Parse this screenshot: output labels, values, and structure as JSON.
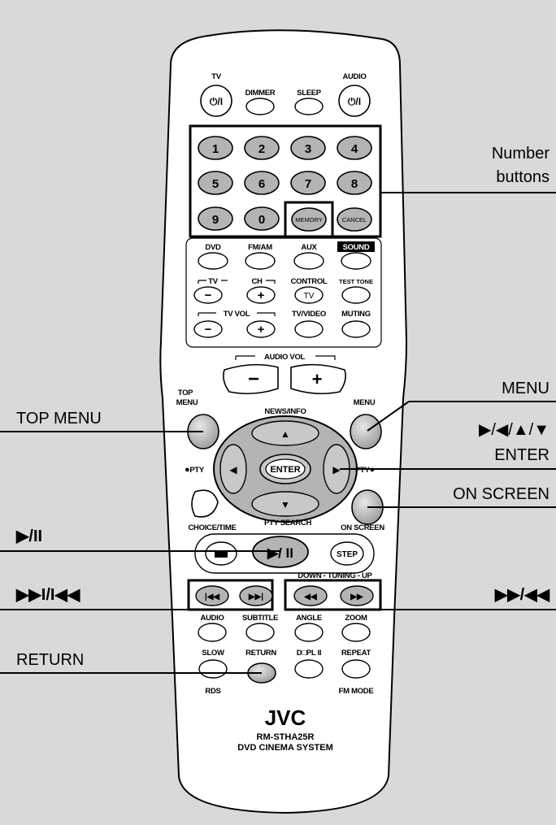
{
  "remote": {
    "top_labels": {
      "tv": "TV",
      "dimmer": "DIMMER",
      "sleep": "SLEEP",
      "audio": "AUDIO"
    },
    "power_symbol": "⏻/I",
    "number_keys": [
      "1",
      "2",
      "3",
      "4",
      "5",
      "6",
      "7",
      "8",
      "9",
      "0"
    ],
    "memory": "MEMORY",
    "cancel": "CANCEL",
    "source_labels": {
      "dvd": "DVD",
      "fmam": "FM/AM",
      "aux": "AUX",
      "sound": "SOUND"
    },
    "tv_ch_labels": {
      "tv": "TV",
      "ch": "CH",
      "control": "CONTROL",
      "testtone": "TEST TONE",
      "control_btn": "TV"
    },
    "tvvol_labels": {
      "tvvol": "TV VOL",
      "tvvideo": "TV/VIDEO",
      "muting": "MUTING"
    },
    "audio_vol": "AUDIO VOL",
    "minus": "−",
    "plus": "+",
    "top_menu": "TOP MENU",
    "menu": "MENU",
    "news_info": "NEWS/INFO",
    "enter": "ENTER",
    "pty_left": "PTY",
    "pty_right": "PTY",
    "pty_search": "PTY SEARCH",
    "choice_time": "CHOICE/TIME",
    "on_screen": "ON SCREEN",
    "play_pause": "▶/ II",
    "step": "STEP",
    "tuning": "DOWN - TUNING - UP",
    "prev": "|◀◀",
    "next": "▶▶|",
    "rew": "◀◀",
    "ff": "▶▶",
    "func_row1": {
      "audio": "AUDIO",
      "subtitle": "SUBTITLE",
      "angle": "ANGLE",
      "zoom": "ZOOM"
    },
    "func_row2": {
      "slow": "SLOW",
      "return": "RETURN",
      "dcpl": "D□PL II",
      "repeat": "REPEAT"
    },
    "func_row3": {
      "rds": "RDS",
      "fmmode": "FM MODE"
    },
    "brand": "JVC",
    "model": "RM-STHA25R",
    "system": "DVD CINEMA SYSTEM"
  },
  "callouts": {
    "number_buttons_1": "Number",
    "number_buttons_2": "buttons",
    "menu": "MENU",
    "arrows": "▶/◀/▲/▼",
    "enter": "ENTER",
    "on_screen": "ON SCREEN",
    "top_menu": "TOP MENU",
    "play_pause": "▶/II",
    "skip": "▶▶I/I◀◀",
    "ff_rew": "▶▶/◀◀",
    "return": "RETURN"
  },
  "colors": {
    "background": "#d9d9d9",
    "body": "#ffffff",
    "button_gray": "#b4b4b4",
    "outline": "#000000"
  }
}
